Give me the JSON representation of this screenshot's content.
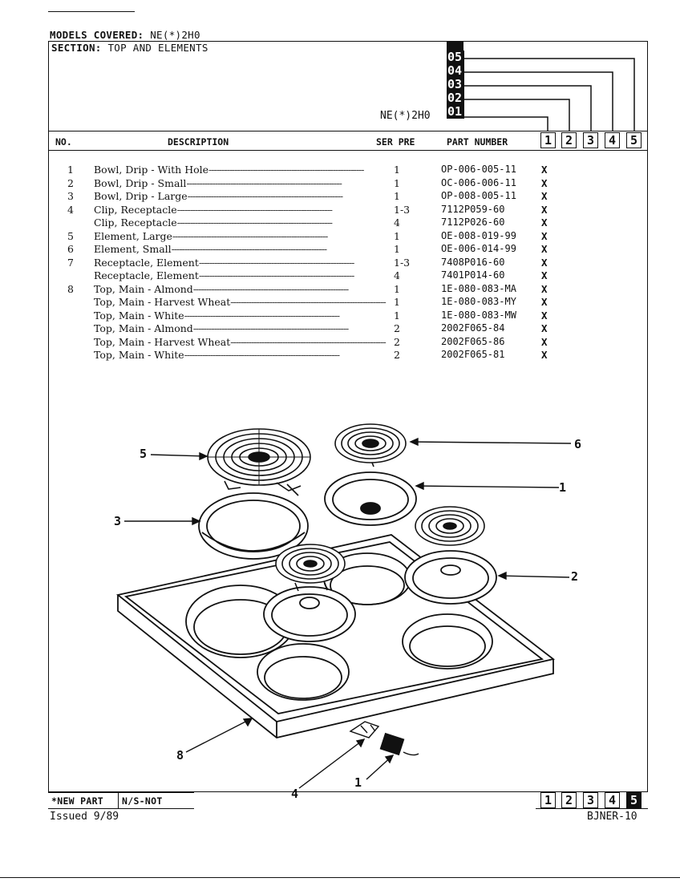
{
  "header": {
    "models_covered_label": "MODELS COVERED:",
    "models_covered_value": "NE(*)2H0",
    "section_label": "SECTION:",
    "section_value": "TOP AND ELEMENTS",
    "model_tag": "NE(*)2H0",
    "model_codes": [
      "05",
      "04",
      "03",
      "02",
      "01"
    ]
  },
  "columns": {
    "no": "NO.",
    "description": "DESCRIPTION",
    "ser_pre": "SER PRE",
    "part_number": "PART NUMBER",
    "model_numbers": [
      "1",
      "2",
      "3",
      "4",
      "5"
    ]
  },
  "parts": [
    {
      "no": "1",
      "description": "Bowl, Drip - With Hole",
      "ser": "1",
      "part": "OP-006-005-11",
      "mark": "X"
    },
    {
      "no": "2",
      "description": "Bowl, Drip - Small",
      "ser": "1",
      "part": "OC-006-006-11",
      "mark": "X"
    },
    {
      "no": "3",
      "description": "Bowl, Drip - Large",
      "ser": "1",
      "part": "OP-008-005-11",
      "mark": "X"
    },
    {
      "no": "4",
      "description": "Clip, Receptacle",
      "ser": "1-3",
      "part": "7112P059-60",
      "mark": "X"
    },
    {
      "no": "",
      "description": "Clip, Receptacle",
      "ser": "4",
      "part": "7112P026-60",
      "mark": "X"
    },
    {
      "no": "5",
      "description": "Element, Large",
      "ser": "1",
      "part": "OE-008-019-99",
      "mark": "X"
    },
    {
      "no": "6",
      "description": "Element, Small",
      "ser": "1",
      "part": "OE-006-014-99",
      "mark": "X"
    },
    {
      "no": "7",
      "description": "Receptacle, Element",
      "ser": "1-3",
      "part": "7408P016-60",
      "mark": "X"
    },
    {
      "no": "",
      "description": "Receptacle, Element",
      "ser": "4",
      "part": "7401P014-60",
      "mark": "X"
    },
    {
      "no": "8",
      "description": "Top, Main - Almond",
      "ser": "1",
      "part": "1E-080-083-MA",
      "mark": "X"
    },
    {
      "no": "",
      "description": "Top, Main - Harvest Wheat",
      "ser": "1",
      "part": "1E-080-083-MY",
      "mark": "X"
    },
    {
      "no": "",
      "description": "Top, Main - White",
      "ser": "1",
      "part": "1E-080-083-MW",
      "mark": "X"
    },
    {
      "no": "",
      "description": "Top, Main - Almond",
      "ser": "2",
      "part": "2002F065-84",
      "mark": "X"
    },
    {
      "no": "",
      "description": "Top, Main - Harvest Wheat",
      "ser": "2",
      "part": "2002F065-86",
      "mark": "X"
    },
    {
      "no": "",
      "description": "Top, Main - White",
      "ser": "2",
      "part": "2002F065-81",
      "mark": "X"
    }
  ],
  "diagram_callouts": [
    "5",
    "6",
    "1",
    "3",
    "2",
    "8",
    "4",
    "1"
  ],
  "footer": {
    "new_part": "*NEW PART",
    "ns_not": "N/S-NOT",
    "issued": "Issued 9/89",
    "doc_code": "BJNER-10",
    "model_numbers": [
      "1",
      "2",
      "3",
      "4",
      "5"
    ]
  }
}
